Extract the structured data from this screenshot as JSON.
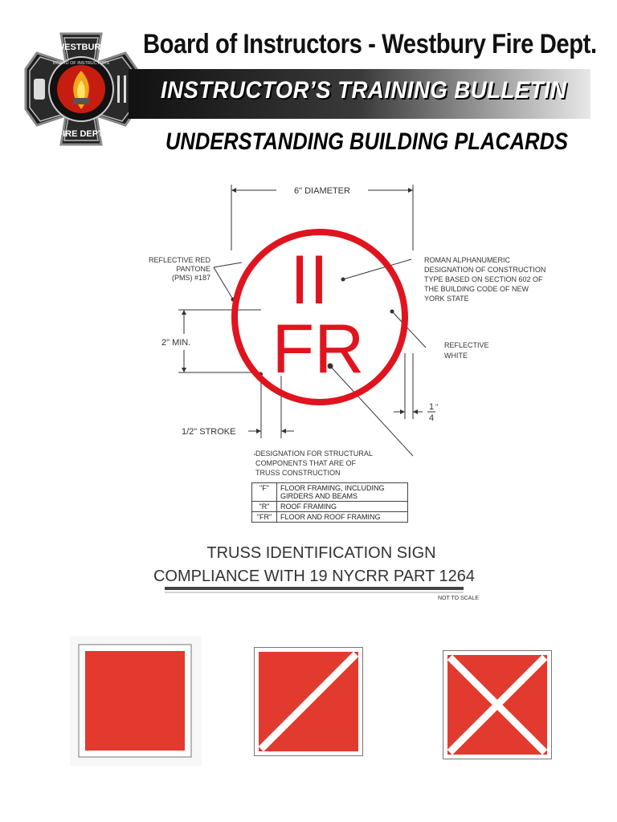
{
  "header": {
    "title": "Board of Instructors - Westbury Fire Dept.",
    "banner": "INSTRUCTOR’S TRAINING BULLETIN",
    "subtitle": "UNDERSTANDING BUILDING PLACARDS"
  },
  "logo": {
    "top_text": "WESTBURY",
    "bottom_text": "FIRE DEPT.",
    "ring_text": "BOARD OF INSTRUCTORS"
  },
  "diagram": {
    "dim_diameter": "6\" DIAMETER",
    "dim_height": "2\" MIN.",
    "dim_stroke": "1/2\" STROKE",
    "dim_quarter_num": "1",
    "dim_quarter_den": "4",
    "dim_quarter_unit": "\"",
    "sign_top": "II",
    "sign_bottom": "FR",
    "label_red": [
      "REFLECTIVE RED",
      "PANTONE",
      "(PMS) #187"
    ],
    "label_roman": [
      "ROMAN ALPHANUMERIC",
      "DESIGNATION OF CONSTRUCTION",
      "TYPE BASED ON SECTION 602 OF",
      "THE BUILDING CODE OF NEW",
      "YORK STATE"
    ],
    "label_white": [
      "REFLECTIVE",
      "WHITE"
    ],
    "label_truss": [
      "DESIGNATION FOR STRUCTURAL",
      "COMPONENTS THAT ARE OF",
      "TRUSS CONSTRUCTION"
    ],
    "title_line1": "TRUSS IDENTIFICATION SIGN",
    "title_line2": "COMPLIANCE WITH 19 NYCRR PART 1264",
    "scale_note": "NOT TO SCALE",
    "colors": {
      "red": "#e0141e",
      "placard_red": "#e23a2f"
    }
  },
  "truss_table": [
    {
      "code": "\"F\"",
      "desc": "FLOOR FRAMING, INCLUDING GIRDERS AND BEAMS"
    },
    {
      "code": "\"R\"",
      "desc": "ROOF FRAMING"
    },
    {
      "code": "\"FR\"",
      "desc": "FLOOR AND ROOF FRAMING"
    }
  ],
  "placards": [
    {
      "marking": "none"
    },
    {
      "marking": "single-diagonal"
    },
    {
      "marking": "x-cross"
    }
  ]
}
